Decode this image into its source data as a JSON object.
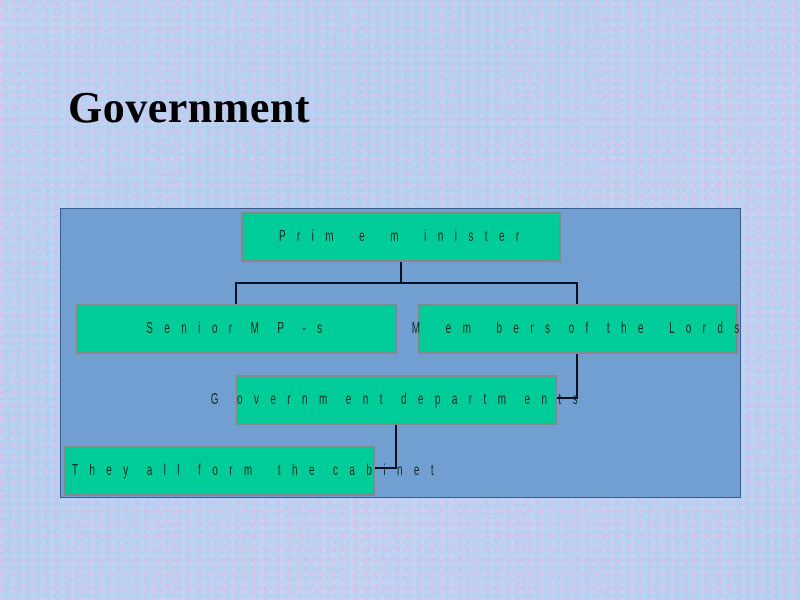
{
  "slide": {
    "title": "Government",
    "colors": {
      "panel": "#729fd1",
      "node_fill": "#00cc99",
      "node_border": "#7f8a8c",
      "connector": "#0a1024"
    }
  },
  "diagram": {
    "nodes": [
      {
        "id": "prime-minister",
        "label": "P r i m   e   m   i n i s t e r"
      },
      {
        "id": "senior-mps",
        "label": "S e n i o r  M  P  - s"
      },
      {
        "id": "members-of-the-lords",
        "label": "M   e m   b e r s  o f  t h e   L o r d s"
      },
      {
        "id": "government-departments",
        "label": "G  o v e r n m  e n t  d e p a r t m  e n t s"
      },
      {
        "id": "cabinet",
        "label": "T h e y  a l l  f o r m   t h e  c a b i n e t"
      }
    ],
    "edges": [
      {
        "from": "prime-minister",
        "to": "senior-mps"
      },
      {
        "from": "prime-minister",
        "to": "members-of-the-lords"
      },
      {
        "from": "members-of-the-lords",
        "to": "government-departments"
      },
      {
        "from": "government-departments",
        "to": "cabinet"
      }
    ]
  }
}
